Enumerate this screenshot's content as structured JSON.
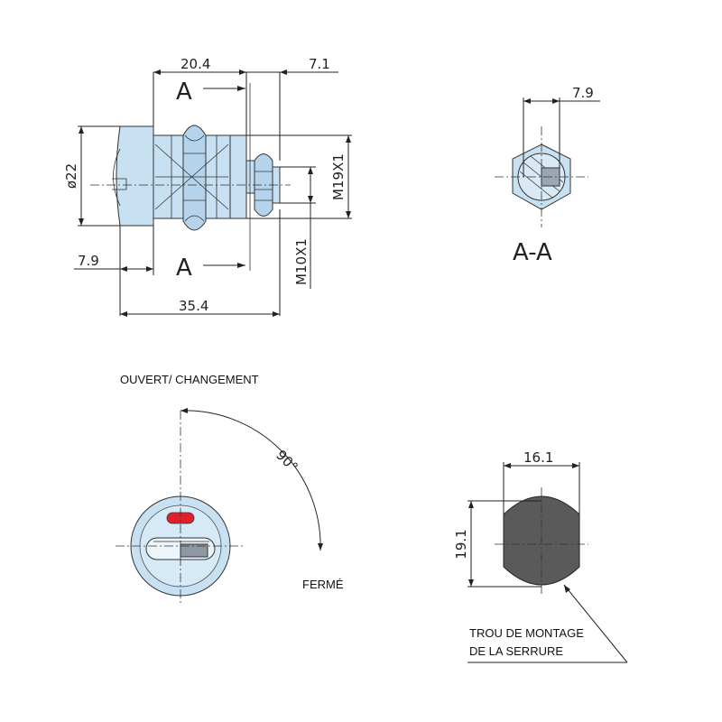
{
  "labels": {
    "section_marker": "A",
    "section_view": "A-A",
    "open_change": "OUVERT/ CHANGEMENT",
    "closed": "FERMÉ",
    "angle": "90°",
    "mounting_hole_line1": "TROU DE MONTAGE",
    "mounting_hole_line2": "DE LA SERRURE"
  },
  "dimensions": {
    "body_length": "20.4",
    "nut_offset": "7.1",
    "head_diameter": "ø22",
    "head_depth": "7.9",
    "total_length": "35.4",
    "body_thread": "M19X1",
    "tail_thread": "M10X1",
    "section_width": "7.9",
    "hole_width": "16.1",
    "hole_height": "19.1"
  },
  "colors": {
    "part_fill": "#c7e1f3",
    "hole_fill": "#5a5a5a",
    "indicator_red": "#e0212b"
  }
}
